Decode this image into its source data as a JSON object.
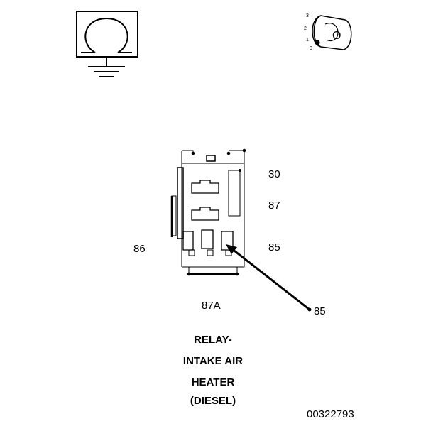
{
  "ground_symbol": {
    "icon": "resistor-ground-icon"
  },
  "ignition_key": {
    "icon": "ignition-key-icon",
    "positions": [
      "3",
      "2",
      "1",
      "0"
    ],
    "key_label": "O"
  },
  "relay": {
    "icon": "relay-connector-icon",
    "terminals": {
      "t30": "30",
      "t87": "87",
      "t85": "85",
      "t86": "86",
      "t87a": "87A"
    },
    "callout": "85"
  },
  "title": {
    "line1": "RELAY-",
    "line2": "INTAKE AIR",
    "line3": "HEATER",
    "line4": "(DIESEL)"
  },
  "figure_id": "00322793"
}
